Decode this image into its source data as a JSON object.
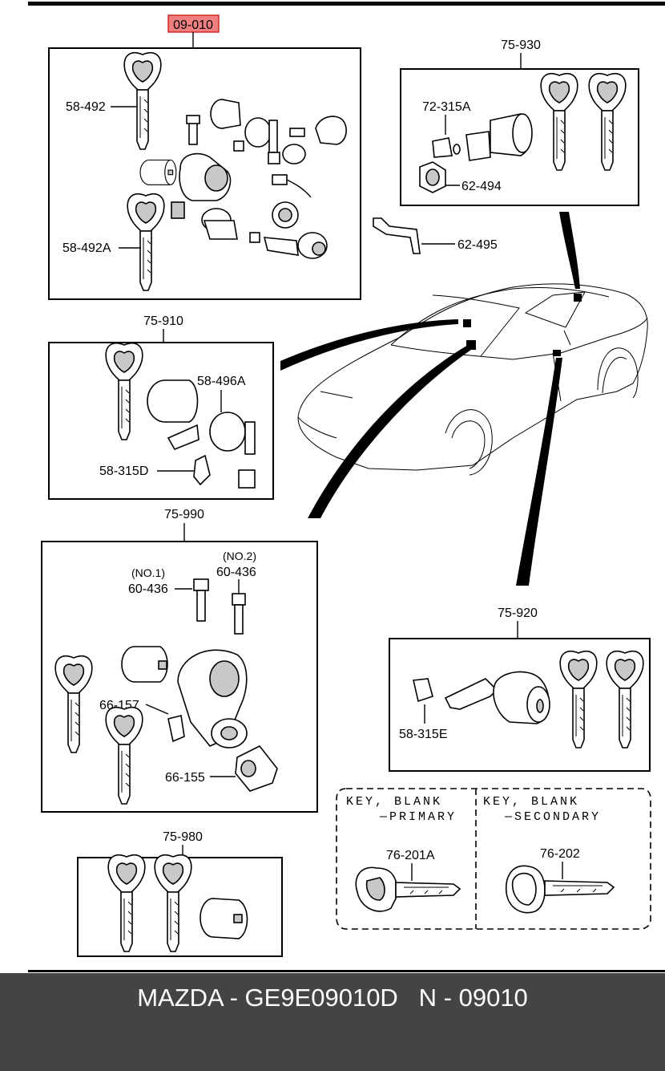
{
  "diagram": {
    "highlight_label": "09-010",
    "groups": [
      {
        "id": "main",
        "labels": [
          "58-492",
          "58-492A"
        ]
      },
      {
        "id": "g75930",
        "title": "75-930",
        "labels": [
          "72-315A",
          "62-494"
        ]
      },
      {
        "id": "g75910",
        "title": "75-910",
        "labels": [
          "58-496A",
          "58-315D"
        ]
      },
      {
        "id": "g75990",
        "title": "75-990",
        "labels": [
          "(NO.1)",
          "60-436",
          "(NO.2)",
          "60-436",
          "66-157",
          "66-155"
        ]
      },
      {
        "id": "g75920",
        "title": "75-920",
        "labels": [
          "58-315E"
        ]
      },
      {
        "id": "g75980",
        "title": "75-980",
        "labels": []
      }
    ],
    "loose_label": "62-495",
    "key_blank": {
      "primary_title_1": "KEY, BLANK",
      "primary_title_2": "—PRIMARY",
      "primary_part": "76-201A",
      "secondary_title_1": "KEY, BLANK",
      "secondary_title_2": "—SECONDARY",
      "secondary_part": "76-202"
    }
  },
  "footer": {
    "text": "MAZDA - GE9E09010D   N - 09010"
  },
  "colors": {
    "highlight_fill": "#f08080",
    "highlight_border": "#d02020",
    "footer_bg": "#444444",
    "footer_text": "#ffffff"
  }
}
